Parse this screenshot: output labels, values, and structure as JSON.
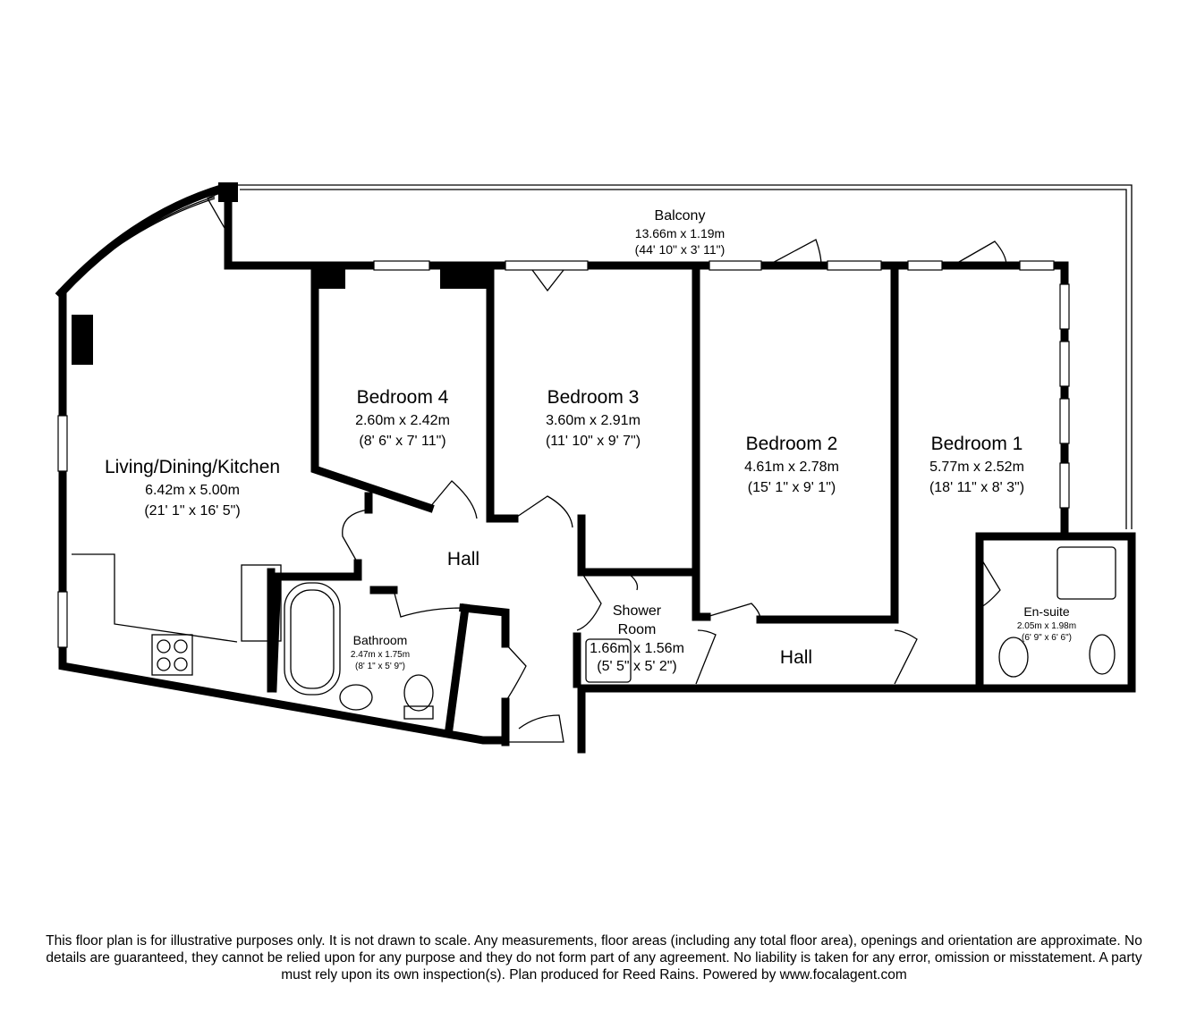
{
  "rooms": {
    "balcony": {
      "name": "Balcony",
      "metric": "13.66m x 1.19m",
      "imperial": "(44' 10\" x 3' 11\")"
    },
    "living": {
      "name": "Living/Dining/Kitchen",
      "metric": "6.42m x 5.00m",
      "imperial": "(21' 1\" x 16' 5\")"
    },
    "bedroom4": {
      "name": "Bedroom 4",
      "metric": "2.60m x 2.42m",
      "imperial": "(8' 6\" x 7' 11\")"
    },
    "bedroom3": {
      "name": "Bedroom 3",
      "metric": "3.60m x 2.91m",
      "imperial": "(11' 10\" x 9' 7\")"
    },
    "bedroom2": {
      "name": "Bedroom 2",
      "metric": "4.61m x 2.78m",
      "imperial": "(15' 1\" x 9' 1\")"
    },
    "bedroom1": {
      "name": "Bedroom 1",
      "metric": "5.77m x 2.52m",
      "imperial": "(18' 11\" x 8' 3\")"
    },
    "hall1": {
      "name": "Hall"
    },
    "hall2": {
      "name": "Hall"
    },
    "bathroom": {
      "name": "Bathroom",
      "metric": "2.47m x 1.75m",
      "imperial": "(8' 1\" x 5' 9\")"
    },
    "shower": {
      "name1": "Shower",
      "name2": "Room",
      "metric": "1.66m x 1.56m",
      "imperial": "(5' 5\" x 5' 2\")"
    },
    "ensuite": {
      "name": "En-suite",
      "metric": "2.05m x 1.98m",
      "imperial": "(6' 9\" x 6' 6\")"
    }
  },
  "disclaimer": "This floor plan is for illustrative purposes only. It is not drawn to scale. Any measurements, floor areas (including any total floor area), openings and orientation are approximate. No details are guaranteed, they cannot be relied upon for any purpose and they do not form part of any agreement. No liability is taken for any error, omission or misstatement. A party must rely upon its own inspection(s). Plan produced for Reed Rains. Powered by www.focalagent.com"
}
